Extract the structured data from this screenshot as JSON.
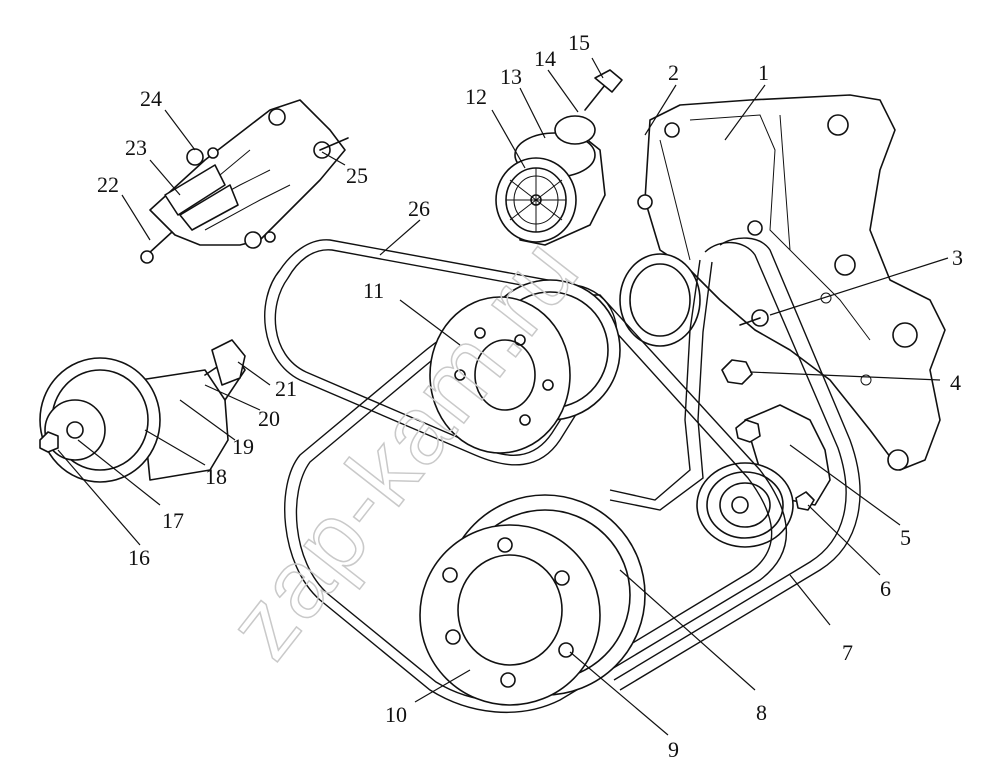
{
  "watermark": "zap-kam.ru",
  "callouts": [
    {
      "id": "1",
      "label": "1"
    },
    {
      "id": "2",
      "label": "2"
    },
    {
      "id": "3",
      "label": "3"
    },
    {
      "id": "4",
      "label": "4"
    },
    {
      "id": "5",
      "label": "5"
    },
    {
      "id": "6",
      "label": "6"
    },
    {
      "id": "7",
      "label": "7"
    },
    {
      "id": "8",
      "label": "8"
    },
    {
      "id": "9",
      "label": "9"
    },
    {
      "id": "10",
      "label": "10"
    },
    {
      "id": "11",
      "label": "11"
    },
    {
      "id": "12",
      "label": "12"
    },
    {
      "id": "13",
      "label": "13"
    },
    {
      "id": "14",
      "label": "14"
    },
    {
      "id": "15",
      "label": "15"
    },
    {
      "id": "16",
      "label": "16"
    },
    {
      "id": "17",
      "label": "17"
    },
    {
      "id": "18",
      "label": "18"
    },
    {
      "id": "19",
      "label": "19"
    },
    {
      "id": "20",
      "label": "20"
    },
    {
      "id": "21",
      "label": "21"
    },
    {
      "id": "22",
      "label": "22"
    },
    {
      "id": "23",
      "label": "23"
    },
    {
      "id": "24",
      "label": "24"
    },
    {
      "id": "25",
      "label": "25"
    },
    {
      "id": "26",
      "label": "26"
    }
  ]
}
